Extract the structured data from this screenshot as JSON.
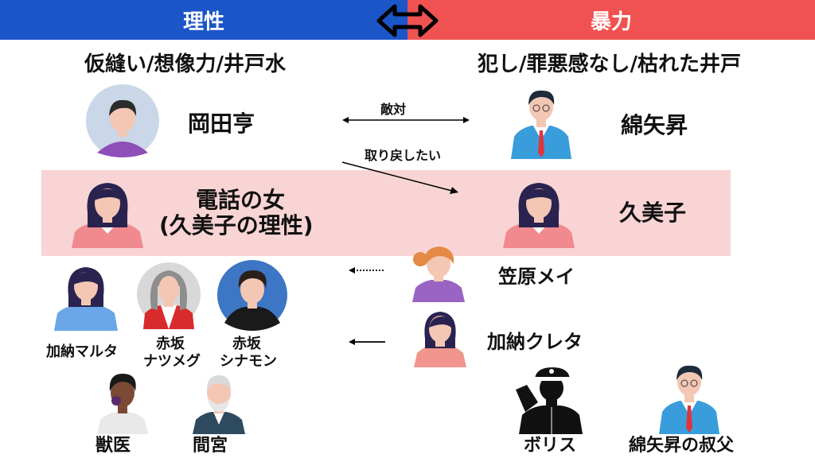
{
  "header": {
    "left_label": "理性",
    "right_label": "暴力",
    "left_color": "#1a56c8",
    "right_color": "#f05252"
  },
  "subtitles": {
    "left": "仮縫い/想像力/井戸水",
    "right": "犯し/罪悪感なし/枯れた井戸"
  },
  "relations": {
    "enemy": "敵対",
    "want_back": "取り戻したい"
  },
  "people": {
    "okada": "岡田亨",
    "wataya": "綿矢昇",
    "phone_woman_line1": "電話の女",
    "phone_woman_line2": "(久美子の理性)",
    "kumiko": "久美子",
    "kasahara": "笠原メイ",
    "creta": "加納クレタ",
    "malta": "加納マルタ",
    "nutmeg_line1": "赤坂",
    "nutmeg_line2": "ナツメグ",
    "cinnamon_line1": "赤坂",
    "cinnamon_line2": "シナモン",
    "vet": "獣医",
    "mamiya": "間宮",
    "boris": "ボリス",
    "uncle": "綿矢昇の叔父"
  },
  "icons": {
    "header_arrow": "double-arrow-icon",
    "highlight_band_color": "#f9d4d5"
  }
}
